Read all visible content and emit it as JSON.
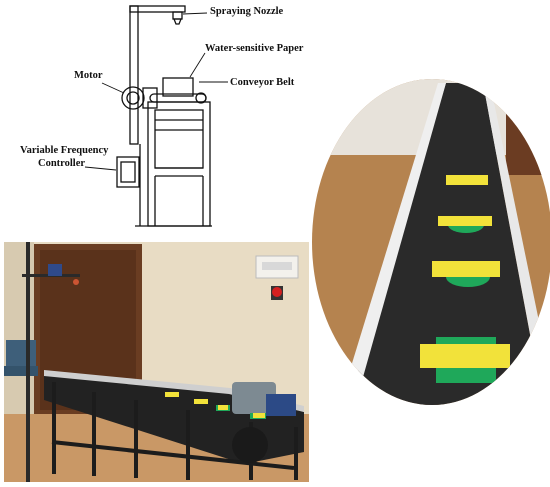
{
  "schematic": {
    "labels": {
      "spraying_nozzle": "Spraying Nozzle",
      "water_sensitive_paper": "Water-sensitive Paper",
      "conveyor_belt": "Conveyor Belt",
      "motor": "Motor",
      "vfc_line1": "Variable Frequency",
      "vfc_line2": "Controller"
    }
  },
  "colors": {
    "belt": "#2b2b2b",
    "paper_yellow": "#f2e23a",
    "target_green": "#1fa85a",
    "wall": "#e9dcc6",
    "floor": "#c89564",
    "door": "#6a3d22"
  }
}
